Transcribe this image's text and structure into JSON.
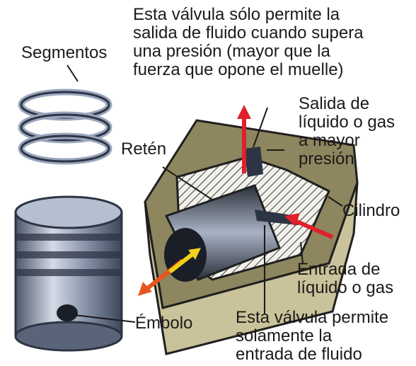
{
  "labels": {
    "top_note": [
      "Esta válvula sólo permite la",
      "salida de fluido cuando supera",
      "una presión (mayor que la",
      "fuerza que opone el muelle)"
    ],
    "segmentos": "Segmentos",
    "reten": "Retén",
    "salida": [
      "Salida de",
      "líquido o gas",
      "a mayor",
      "presión"
    ],
    "cilindro": "Cilindro",
    "entrada": [
      "Entrada de",
      "líquido o gas"
    ],
    "embolo": "Émbolo",
    "bottom_note": [
      "Esta válvula permite",
      "solamente la",
      "entrada de fluido"
    ]
  },
  "colors": {
    "background": "#ffffff",
    "block_face": "#c9c29a",
    "block_side": "#8d865e",
    "hatch": "#3a3a3a",
    "metal_light": "#cfd6e2",
    "metal_dark": "#5a6478",
    "arrow_red": "#e0202a",
    "arrow_yellow": "#f2d11a",
    "arrow_orange": "#e8561e",
    "text": "#1d1a1a"
  }
}
